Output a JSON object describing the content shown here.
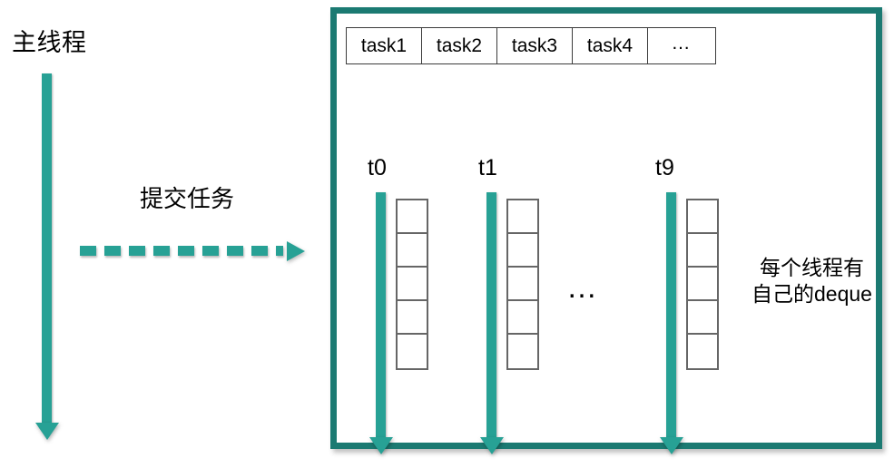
{
  "diagram": {
    "main_thread": {
      "title": "主线程",
      "arrow_name": "main-thread-timeline-arrow"
    },
    "submit": {
      "label": "提交任务"
    },
    "task_queue": {
      "cells": [
        "task1",
        "task2",
        "task3",
        "task4",
        "…"
      ]
    },
    "threads": [
      {
        "label": "t0",
        "deque_cells": 5
      },
      {
        "label": "t1",
        "deque_cells": 5
      },
      {
        "label": "t9",
        "deque_cells": 5
      }
    ],
    "between_threads_ellipsis": "…",
    "note": {
      "line1": "每个线程有",
      "line2": "自己的deque"
    },
    "colors": {
      "arrow_teal": "#27a195",
      "box_border_teal": "#1b7a72",
      "cell_border": "#3b3b3b",
      "deque_border": "#666666",
      "background": "#ffffff",
      "text": "#000000"
    }
  }
}
